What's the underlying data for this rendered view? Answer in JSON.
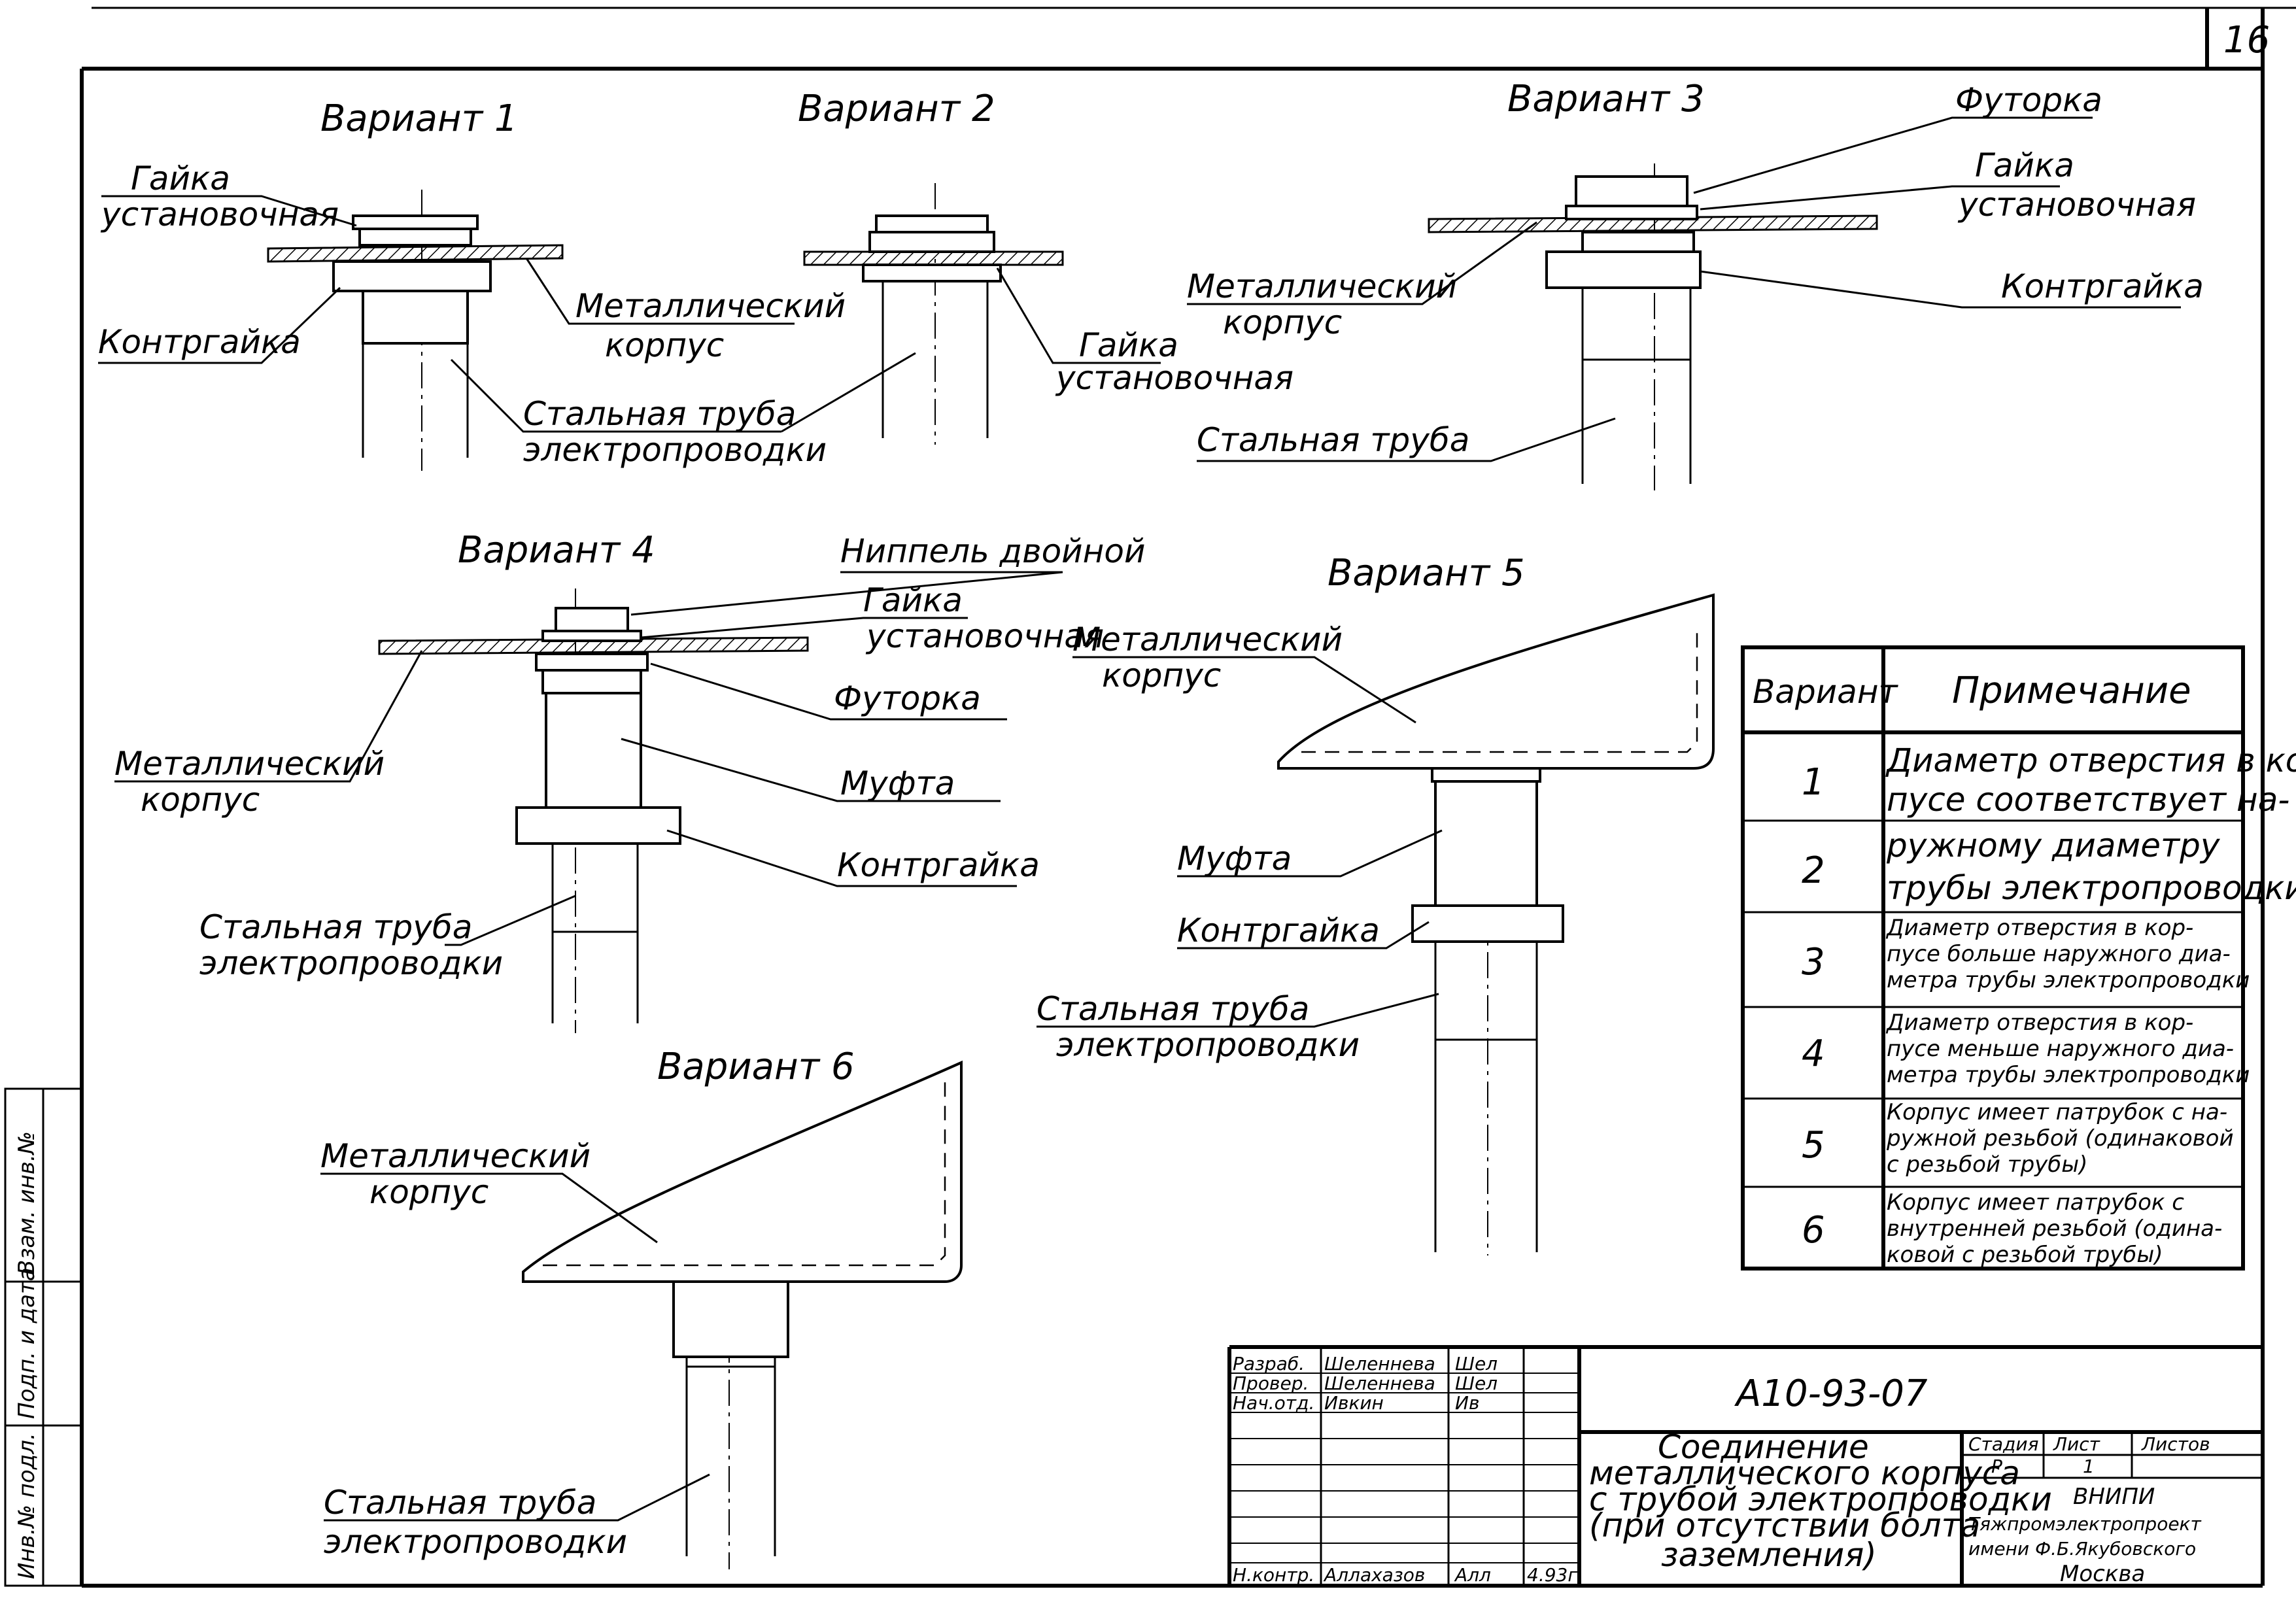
{
  "sheet": {
    "number": "16"
  },
  "variants": {
    "v1": {
      "title": "Вариант 1",
      "nut_install": [
        "Гайка",
        "установочная"
      ],
      "locknut": "Контргайка",
      "metal_body": [
        "Металлический",
        "корпус"
      ],
      "steel_pipe": [
        "Стальная труба",
        "электропроводки"
      ]
    },
    "v2": {
      "title": "Вариант 2",
      "nut_install": [
        "Гайка",
        "установочная"
      ]
    },
    "v3": {
      "title": "Вариант 3",
      "bushing": "Футорка",
      "nut_install": [
        "Гайка",
        "установочная"
      ],
      "metal_body": [
        "Металлический",
        "корпус"
      ],
      "locknut": "Контргайка",
      "steel_pipe": "Стальная труба"
    },
    "v4": {
      "title": "Вариант 4",
      "nipple": "Ниппель двойной",
      "nut_install": [
        "Гайка",
        "установочная"
      ],
      "metal_body": [
        "Металлический",
        "корпус"
      ],
      "bushing": "Футорка",
      "coupling": "Муфта",
      "locknut": "Контргайка",
      "steel_pipe": [
        "Стальная труба",
        "электропроводки"
      ]
    },
    "v5": {
      "title": "Вариант 5",
      "metal_body": [
        "Металлический",
        "корпус"
      ],
      "coupling": "Муфта",
      "locknut": "Контргайка",
      "steel_pipe": [
        "Стальная труба",
        "электропроводки"
      ]
    },
    "v6": {
      "title": "Вариант 6",
      "metal_body": [
        "Металлический",
        "корпус"
      ],
      "steel_pipe": [
        "Стальная труба",
        "электропроводки"
      ]
    }
  },
  "notes_table": {
    "headers": [
      "Вариант",
      "Примечание"
    ],
    "rows": [
      {
        "variant": "1",
        "note": [
          "Диаметр отверстия в кор-",
          "пусе соответствует на-"
        ]
      },
      {
        "variant": "2",
        "note": [
          "ружному диаметру",
          "трубы электропроводки."
        ]
      },
      {
        "variant": "3",
        "note": [
          "Диаметр отверстия в кор-",
          "пусе больше наружного диа-",
          "метра трубы электропроводки"
        ]
      },
      {
        "variant": "4",
        "note": [
          "Диаметр отверстия в кор-",
          "пусе меньше наружного диа-",
          "метра трубы электропроводки"
        ]
      },
      {
        "variant": "5",
        "note": [
          "Корпус имеет патрубок с на-",
          "ружной резьбой (одинаковой",
          "с резьбой трубы)"
        ]
      },
      {
        "variant": "6",
        "note": [
          "Корпус имеет патрубок с",
          "внутренней резьбой (одина-",
          "ковой с резьбой трубы)"
        ]
      }
    ]
  },
  "title_block": {
    "code": "А10-93-07",
    "title": [
      "Соединение",
      "металлического корпуса",
      "с трубой электропроводки",
      "(при отсутствии болта",
      "заземления)"
    ],
    "signatures": [
      {
        "role": "Разраб.",
        "name": "Шеленнева",
        "sign": "Шел"
      },
      {
        "role": "Провер.",
        "name": "Шеленнева",
        "sign": "Шел"
      },
      {
        "role": "Нач.отд.",
        "name": "Ивкин",
        "sign": "Ив"
      },
      {
        "role": "Н.контр.",
        "name": "Аллахазов",
        "sign": "Алл",
        "date": "4.93г"
      }
    ],
    "stage_label": "Стадия",
    "stage": "Р",
    "sheet_label": "Лист",
    "sheet": "1",
    "sheets_label": "Листов",
    "org": [
      "ВНИПИ",
      "Тяжпромэлектропроект",
      "имени Ф.Б.Якубовского",
      "Москва"
    ]
  },
  "side_stamp": {
    "cells": [
      "Инв.№ подл.",
      "Подп. и дата",
      "Взам. инв.№"
    ]
  }
}
